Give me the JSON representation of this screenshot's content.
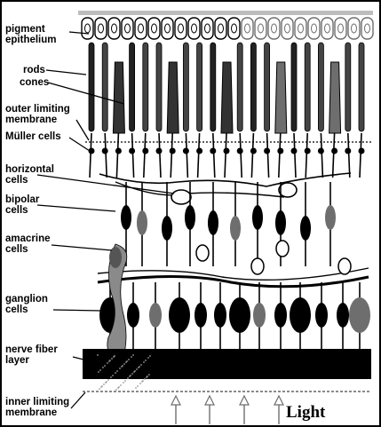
{
  "labels": {
    "pigment_1": "pigment",
    "pigment_2": "epithelium",
    "rods": "rods",
    "cones": "cones",
    "olm_1": "outer limiting",
    "olm_2": "membrane",
    "muller": "Müller cells",
    "horiz_1": "horizontal",
    "horiz_2": "cells",
    "bipolar_1": "bipolar",
    "bipolar_2": "cells",
    "amacrine_1": "amacrine",
    "amacrine_2": "cells",
    "ganglion_1": "ganglion",
    "ganglion_2": "cells",
    "nerve_1": "nerve fiber",
    "nerve_2": "layer",
    "ilm_1": "inner limiting",
    "ilm_2": "membrane",
    "light": "Light"
  },
  "colors": {
    "ink": "#000000",
    "grey": "#6e6e6e",
    "light_grey": "#bdbdbd",
    "background": "#ffffff"
  }
}
